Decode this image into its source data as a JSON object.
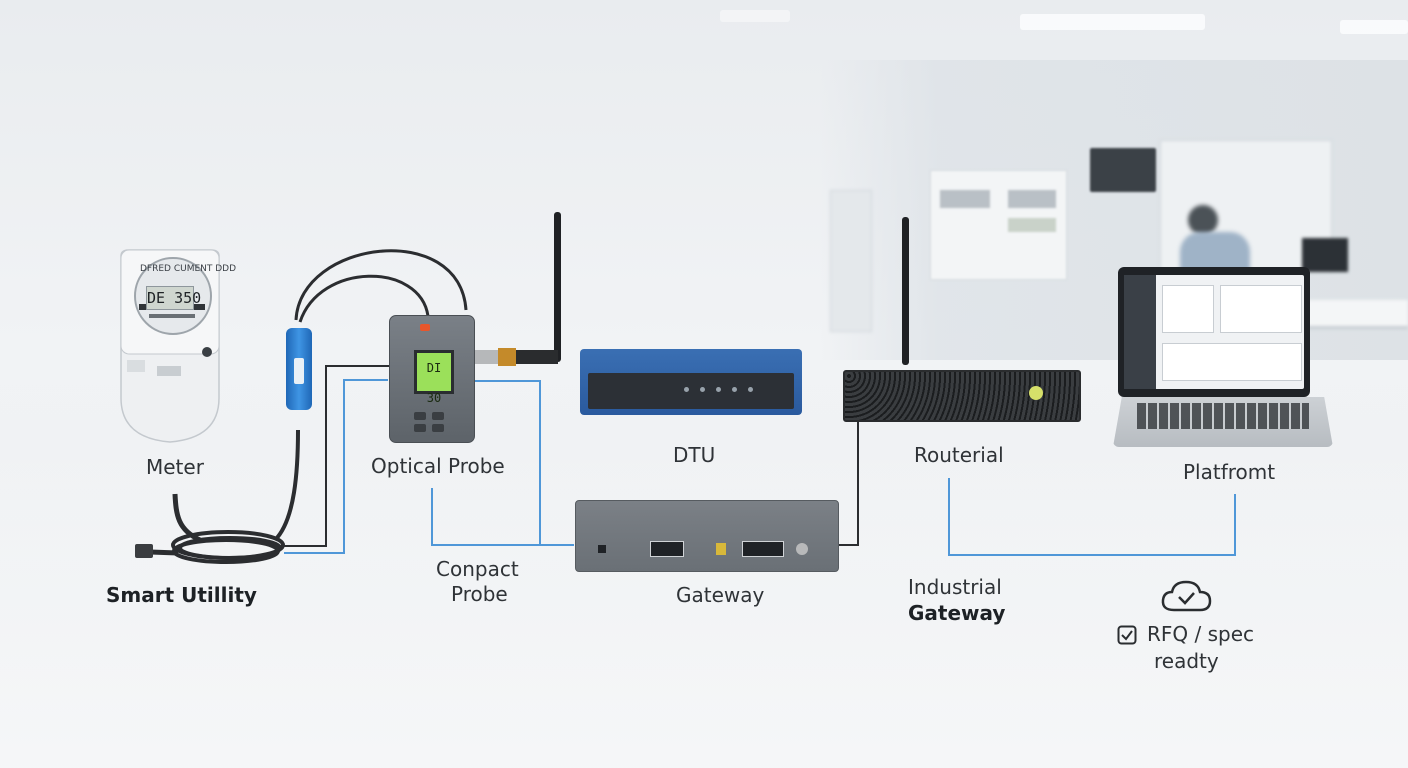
{
  "meter": {
    "face_text": "DFRED  CUMENT  DDD",
    "display": "DE 350",
    "label": "Meter"
  },
  "smart_utility_label": "Smart Utillity",
  "optical_probe": {
    "display": "DI 30",
    "label": "Optical Probe"
  },
  "compact_probe_label": [
    "Conpact",
    "Probe"
  ],
  "dtu_label": "DTU",
  "gateway_label": "Gateway",
  "routerial_label": "Routerial",
  "industrial_gateway_label": [
    "Industrial",
    "Gateway"
  ],
  "platform_label": "Platfromt",
  "rfq": {
    "line1": "RFQ / spec",
    "line2": "readty"
  },
  "colors": {
    "cable_blue": "#4f97d8",
    "cable_dark": "#2b2d30",
    "probe_blue": "#2f7fd3",
    "display_green": "#9be05a",
    "dtu_blue": "#3b7fd1"
  }
}
